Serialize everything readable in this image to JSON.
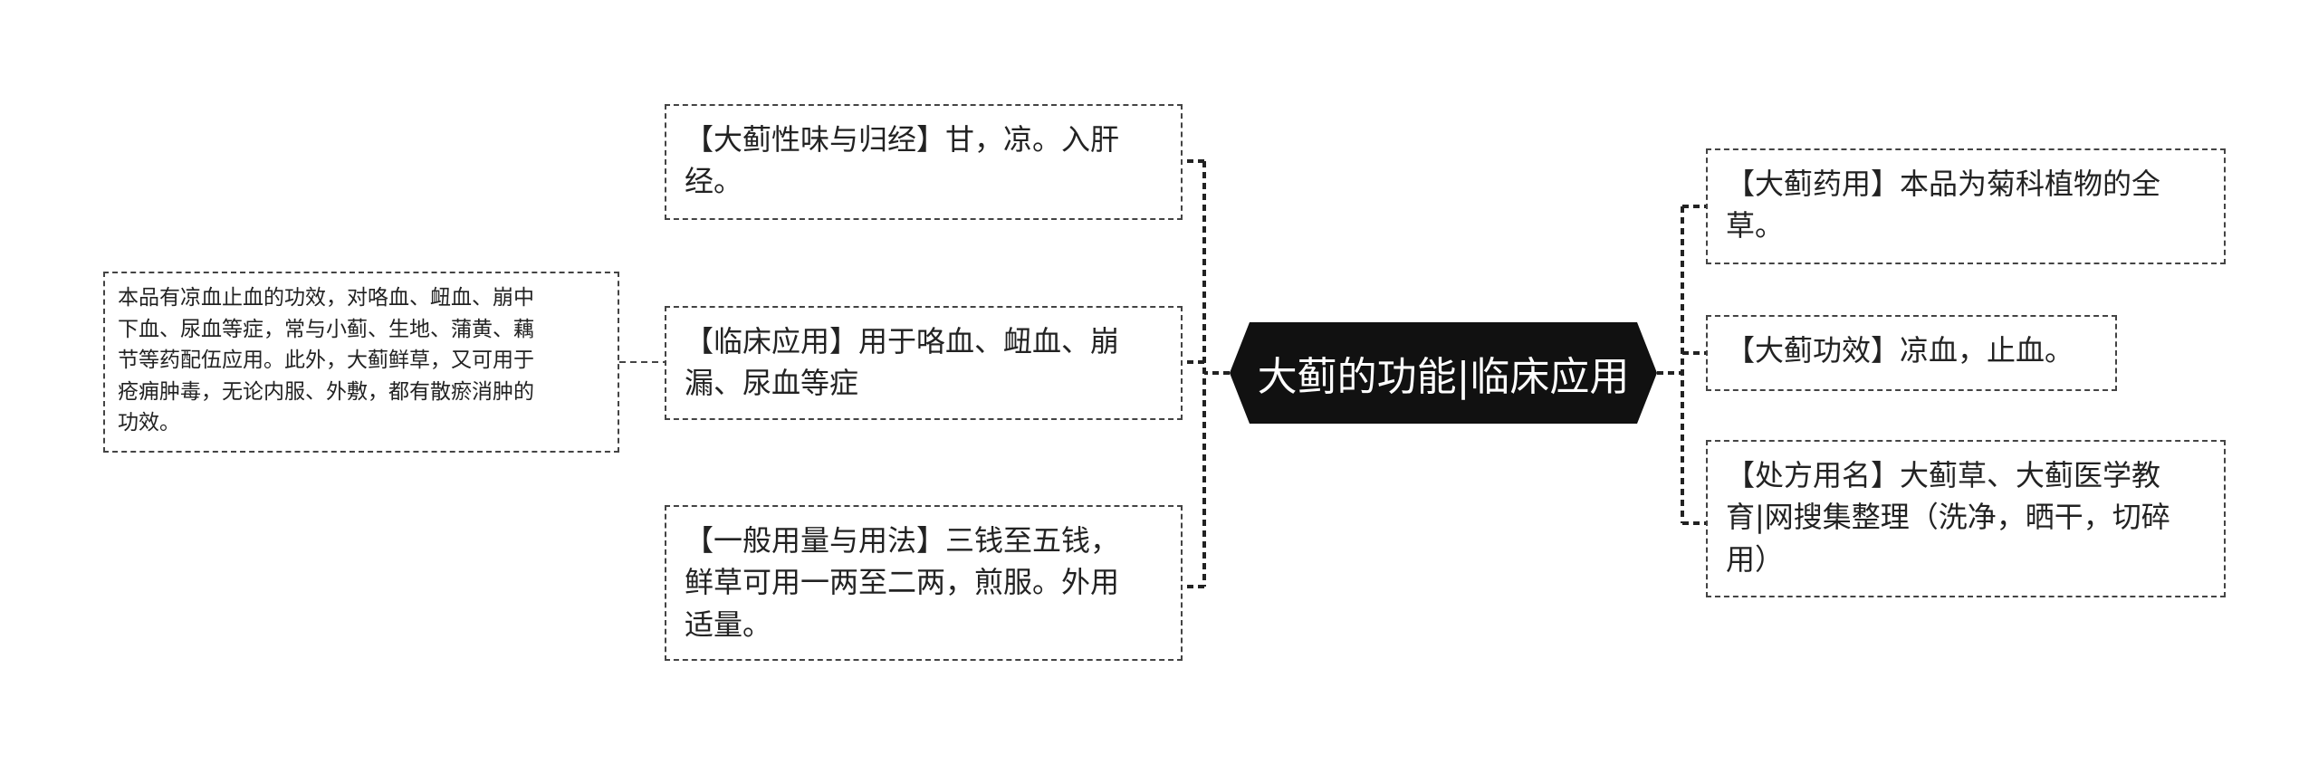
{
  "center": {
    "label": "大蓟的功能|临床应用"
  },
  "left": [
    {
      "lines": [
        "【大蓟性味与归经】甘，凉。入肝",
        "经。"
      ]
    },
    {
      "lines": [
        "【临床应用】用于咯血、衄血、崩",
        "漏、尿血等症"
      ]
    },
    {
      "lines": [
        "【一般用量与用法】三钱至五钱，",
        "鲜草可用一两至二两，煎服。外用",
        "适量。"
      ]
    }
  ],
  "left_detail": {
    "lines": [
      "本品有凉血止血的功效，对咯血、衄血、崩中",
      "下血、尿血等症，常与小蓟、生地、蒲黄、藕",
      "节等药配伍应用。此外，大蓟鲜草，又可用于",
      "疮痈肿毒，无论内服、外敷，都有散瘀消肿的",
      "功效。"
    ]
  },
  "right": [
    {
      "lines": [
        "【大蓟药用】本品为菊科植物的全",
        "草。"
      ]
    },
    {
      "lines": [
        "【大蓟功效】凉血，止血。"
      ]
    },
    {
      "lines": [
        "【处方用名】大蓟草、大蓟医学教",
        "育|网搜集整理（洗净，晒干，切碎",
        "用）"
      ]
    }
  ],
  "colors": {
    "center_fill": "#111111",
    "center_text": "#ffffff",
    "border": "#444444"
  }
}
